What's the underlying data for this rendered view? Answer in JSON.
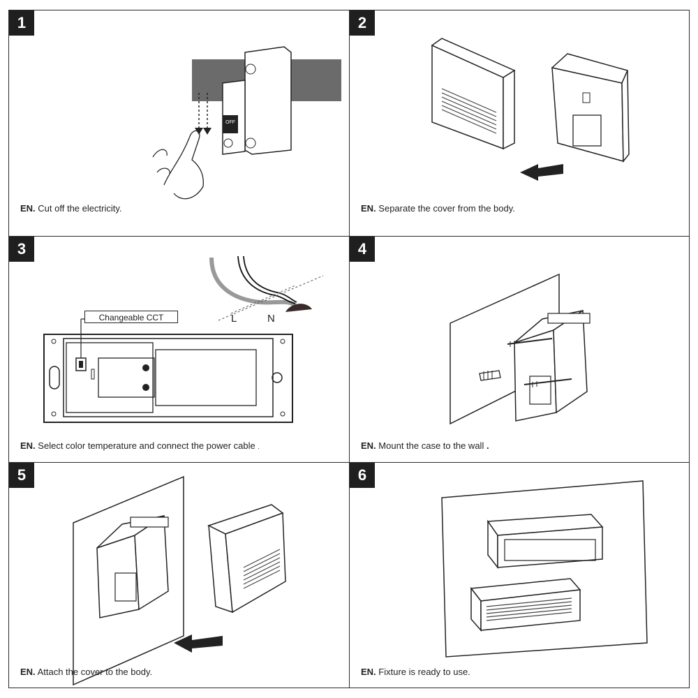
{
  "steps": [
    {
      "number": "1",
      "lang": "EN.",
      "caption": "Cut off the electricity."
    },
    {
      "number": "2",
      "lang": "EN.",
      "caption": "Separate the cover from the body."
    },
    {
      "number": "3",
      "lang": "EN.",
      "caption": "Select color temperature and connect the power cable",
      "cct_label": "Changeable CCT",
      "wire_labels": {
        "live": "L",
        "neutral": "N"
      },
      "breaker_label": "OFF"
    },
    {
      "number": "4",
      "lang": "EN.",
      "caption": "Mount the case to the wall"
    },
    {
      "number": "5",
      "lang": "EN.",
      "caption": "Attach the cover to the body."
    },
    {
      "number": "6",
      "lang": "EN.",
      "caption": "Fixture is ready to use."
    }
  ]
}
